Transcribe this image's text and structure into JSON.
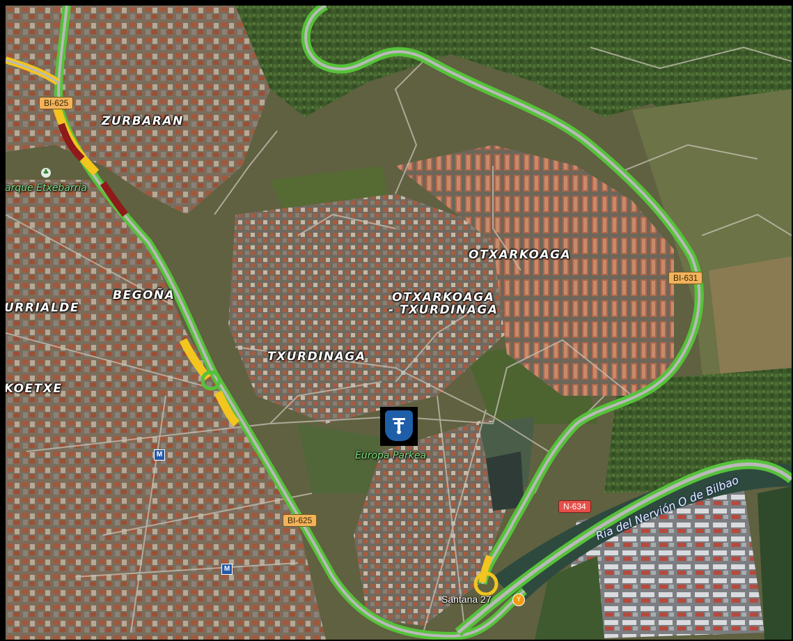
{
  "map": {
    "type": "satellite",
    "region": "Bilbao",
    "colors": {
      "traffic_green": "#56c23a",
      "traffic_yellow": "#f2c51f",
      "traffic_red": "#8e1a1a",
      "road_core": "#b9b9b9"
    }
  },
  "districts": {
    "zurbaran": "ZURBARAN",
    "begona": "BEGOÑA",
    "urrialde": "URRIALDE",
    "okoetxe": "KOETXE",
    "txurdinaga": "TXURDINAGA",
    "otxarkoaga": "OTXARKOAGA",
    "otx_tx_line1": "OTXARKOAGA",
    "otx_tx_line2": "- TXURDINAGA"
  },
  "pois": {
    "parque": "arque Etxebarria",
    "europa": "Europa Parkea",
    "santana": "Santana 27",
    "metro": "M"
  },
  "water": {
    "ria": "Ria del Nervión O de Bilbao"
  },
  "shields": {
    "bi625_top": "BI-625",
    "bi625_bottom": "BI-625",
    "bi631": "BI-631",
    "n634": "N-634"
  },
  "icons": {
    "park": "tree-icon",
    "marker": "tram-stop-icon",
    "bar": "cocktail-icon",
    "metro": "metro-icon"
  }
}
